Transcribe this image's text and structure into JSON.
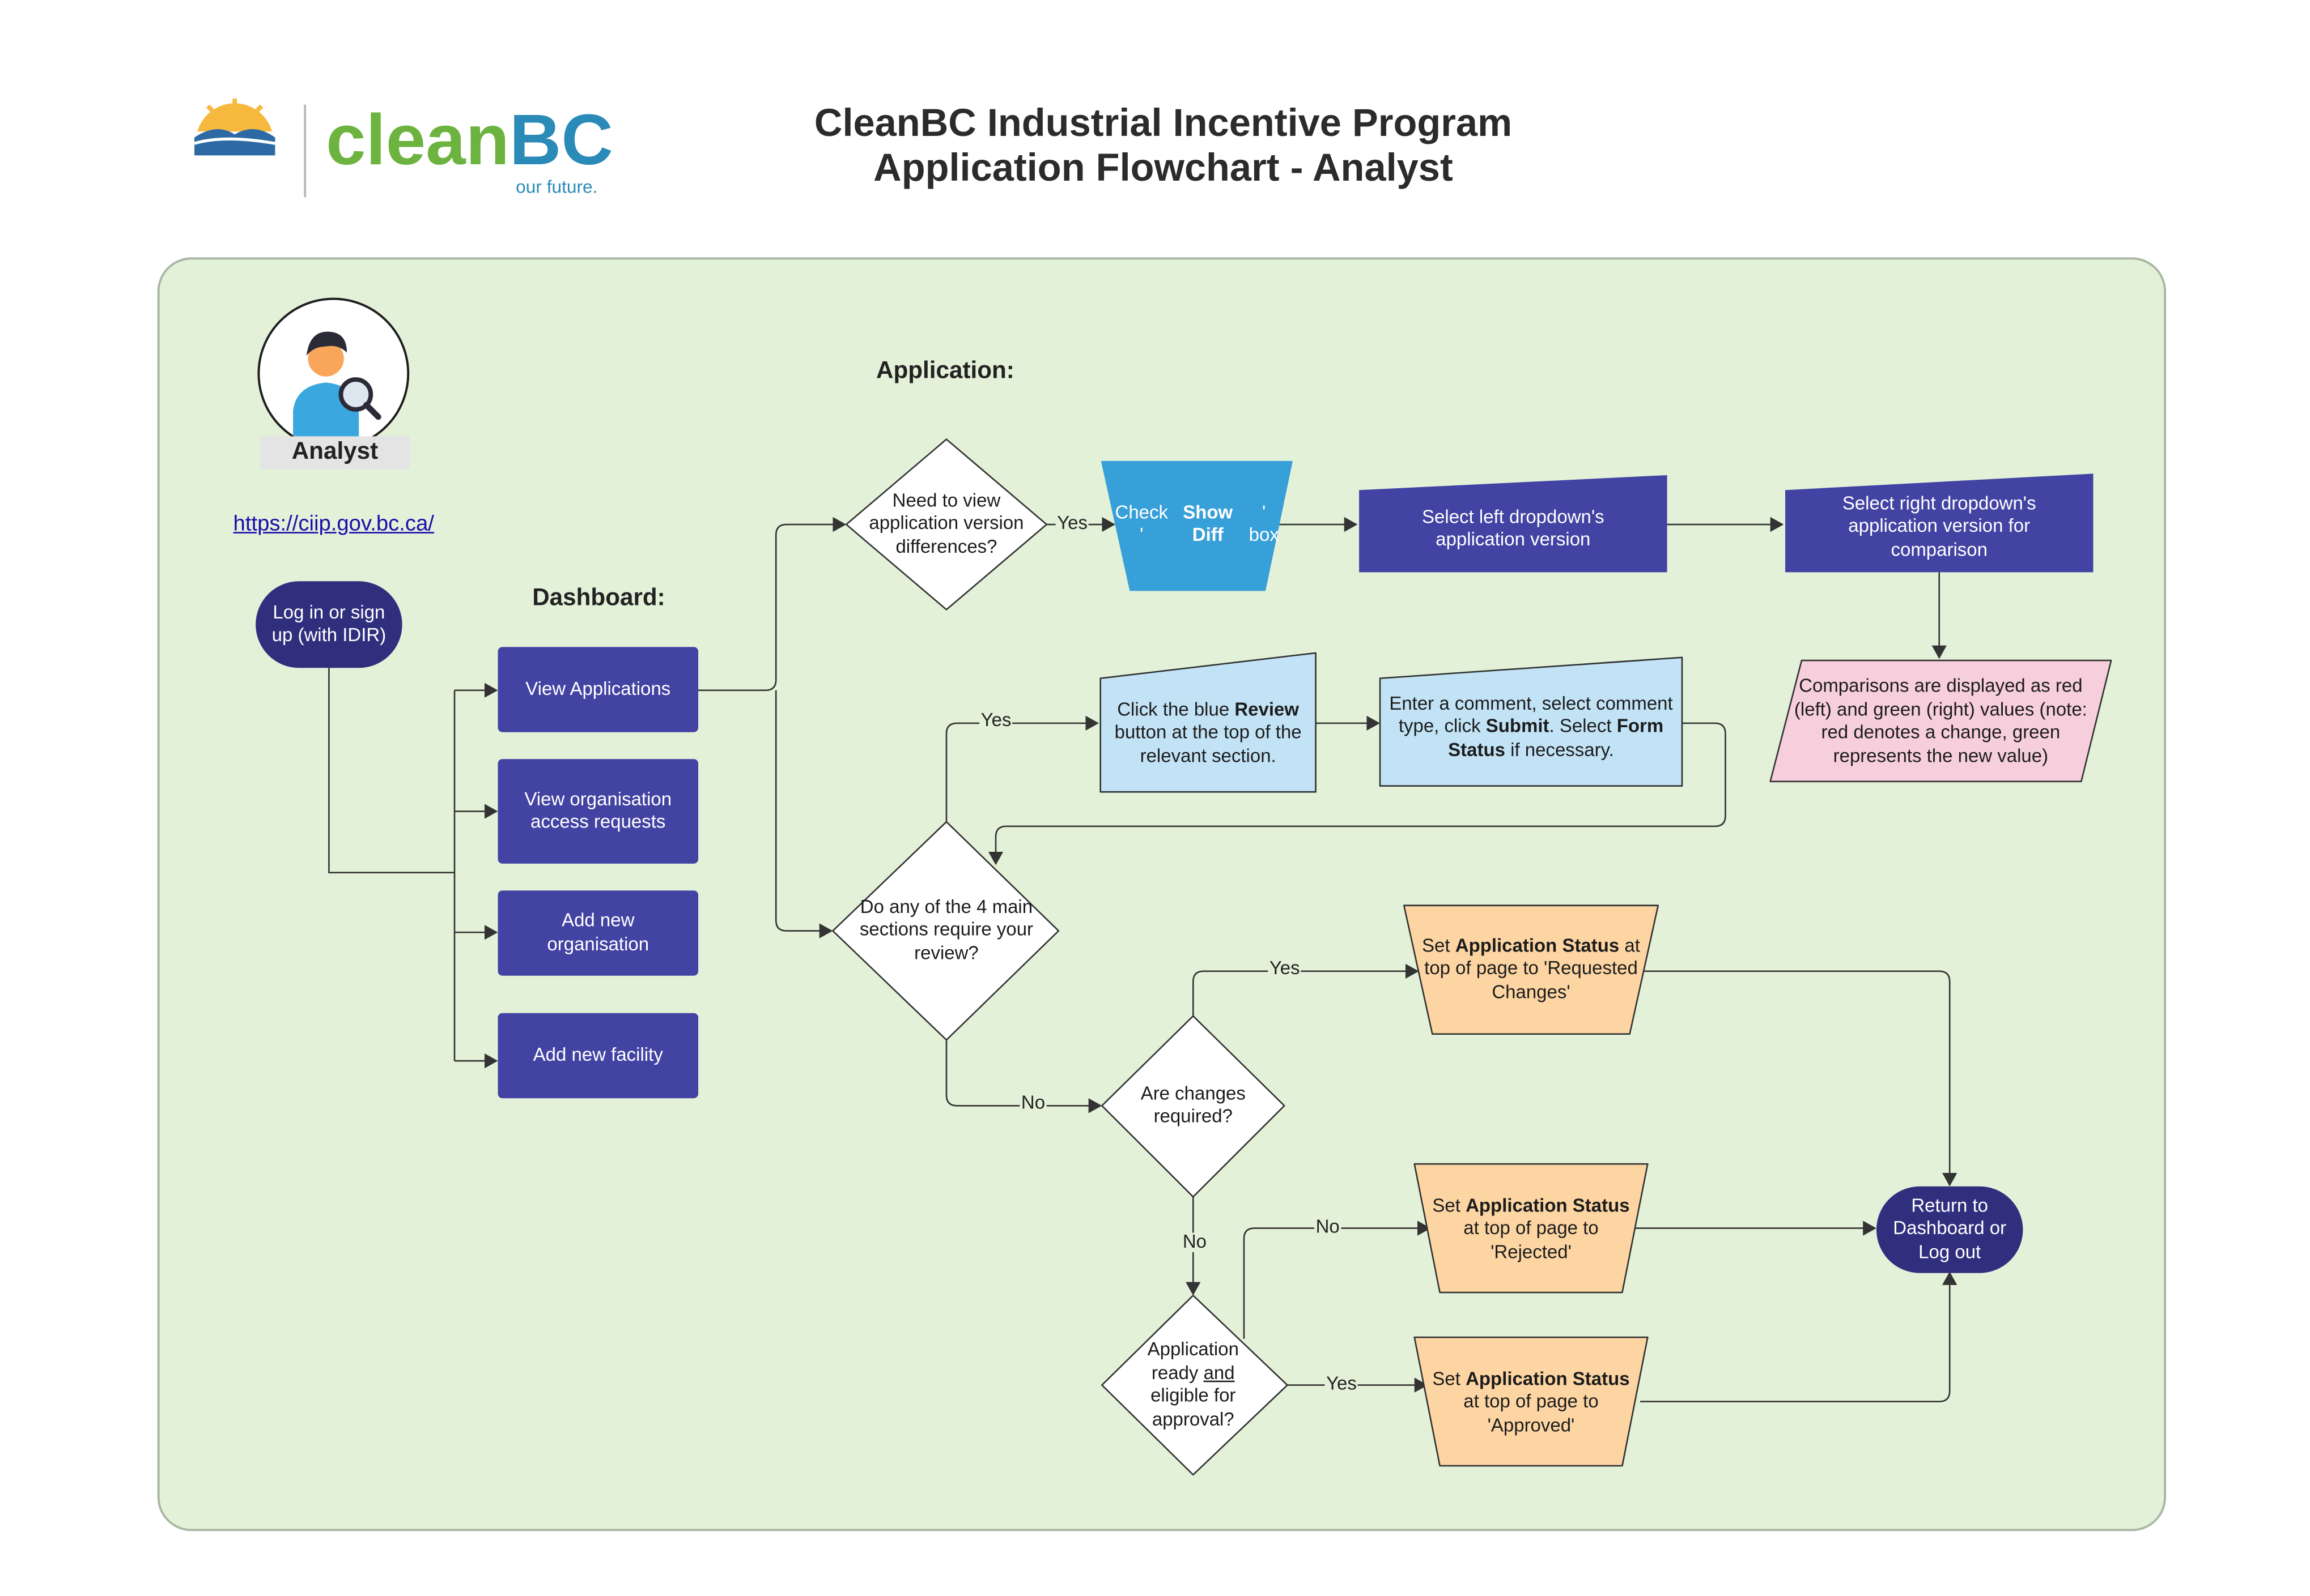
{
  "header": {
    "logo_text": "cleanBC",
    "logo_tagline": "our future.",
    "title_line1": "CleanBC Industrial Incentive Program",
    "title_line2": "Application Flowchart - Analyst"
  },
  "actor": {
    "label": "Analyst",
    "icon": "analyst-with-magnifier-icon",
    "link": "https://ciip.gov.bc.ca/"
  },
  "sections": {
    "dashboard": "Dashboard:",
    "application": "Application:"
  },
  "nodes": {
    "login": "Log in or sign up (with IDIR)",
    "view_applications": "View Applications",
    "view_org_requests": "View organisation access requests",
    "add_org": "Add new organisation",
    "add_facility": "Add new facility",
    "need_view_diff": "Need to view application version differences?",
    "check_show_diff": {
      "pre": "Check '",
      "bold": "Show Diff",
      "post": "' box"
    },
    "select_left": "Select left dropdown's application version",
    "select_right": "Select right dropdown's application version for comparison",
    "comparisons": "Comparisons are displayed as red (left) and green (right) values (note: red denotes a change, green represents the new value)",
    "click_review": {
      "pre": "Click the blue ",
      "bold": "Review",
      "post": " button at the top of the relevant section."
    },
    "enter_comment": {
      "a": "Enter a comment, select comment type, click ",
      "b": "Submit",
      "c": ". Select ",
      "d": "Form Status",
      "e": " if necessary."
    },
    "sections_review": "Do any of the 4 main sections require your review?",
    "changes_required": "Are changes required?",
    "ready_eligible": {
      "pre": "Application ready ",
      "underline": "and",
      "post": " eligible for approval?"
    },
    "set_requested": {
      "pre": "Set ",
      "bold": "Application Status",
      "post": " at top of page to 'Requested Changes'"
    },
    "set_rejected": {
      "pre": "Set ",
      "bold": "Application Status",
      "post": " at top of page to 'Rejected'"
    },
    "set_approved": {
      "pre": "Set ",
      "bold": "Application Status",
      "post": " at top of page to 'Approved'"
    },
    "return": "Return to Dashboard or Log out"
  },
  "edge_labels": {
    "yes": "Yes",
    "no": "No"
  },
  "colors": {
    "panel_bg": "#e3f1d9",
    "panel_border": "#a9b8a4",
    "dark_navy": "#2f2f7e",
    "indigo": "#4243a3",
    "blue": "#38a0d9",
    "light_blue": "#c2e3f6",
    "pink": "#f7cfdc",
    "orange": "#fdd5a3",
    "link": "#1a0dab",
    "logo_green": "#6cb33f",
    "logo_blue": "#2a8ab8"
  }
}
